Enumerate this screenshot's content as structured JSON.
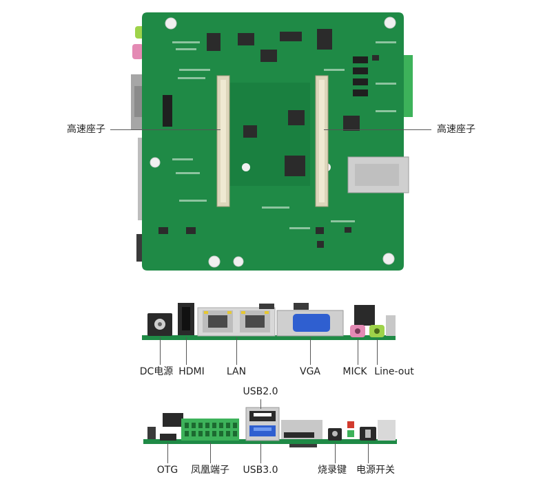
{
  "top_view": {
    "callout_left": "高速座子",
    "callout_right": "高速座子"
  },
  "front_panel": {
    "labels": {
      "dc": "DC电源",
      "hdmi": "HDMI",
      "lan": "LAN",
      "vga": "VGA",
      "mick": "MICK",
      "lineout": "Line-out"
    }
  },
  "rear_panel": {
    "labels": {
      "usb2": "USB2.0",
      "otg": "OTG",
      "phoenix": "凤凰端子",
      "usb3": "USB3.0",
      "burn": "烧录键",
      "power": "电源开关"
    }
  },
  "colors": {
    "pcb": "#1f8a46",
    "pcb_dark": "#146b34",
    "silk": "#e8f5e9",
    "connector": "#d9d2b8",
    "vga_blue": "#2f5fd0",
    "terminal_green": "#3db25a",
    "pink_jack": "#e48ab4",
    "lime_jack": "#9ed34a"
  }
}
